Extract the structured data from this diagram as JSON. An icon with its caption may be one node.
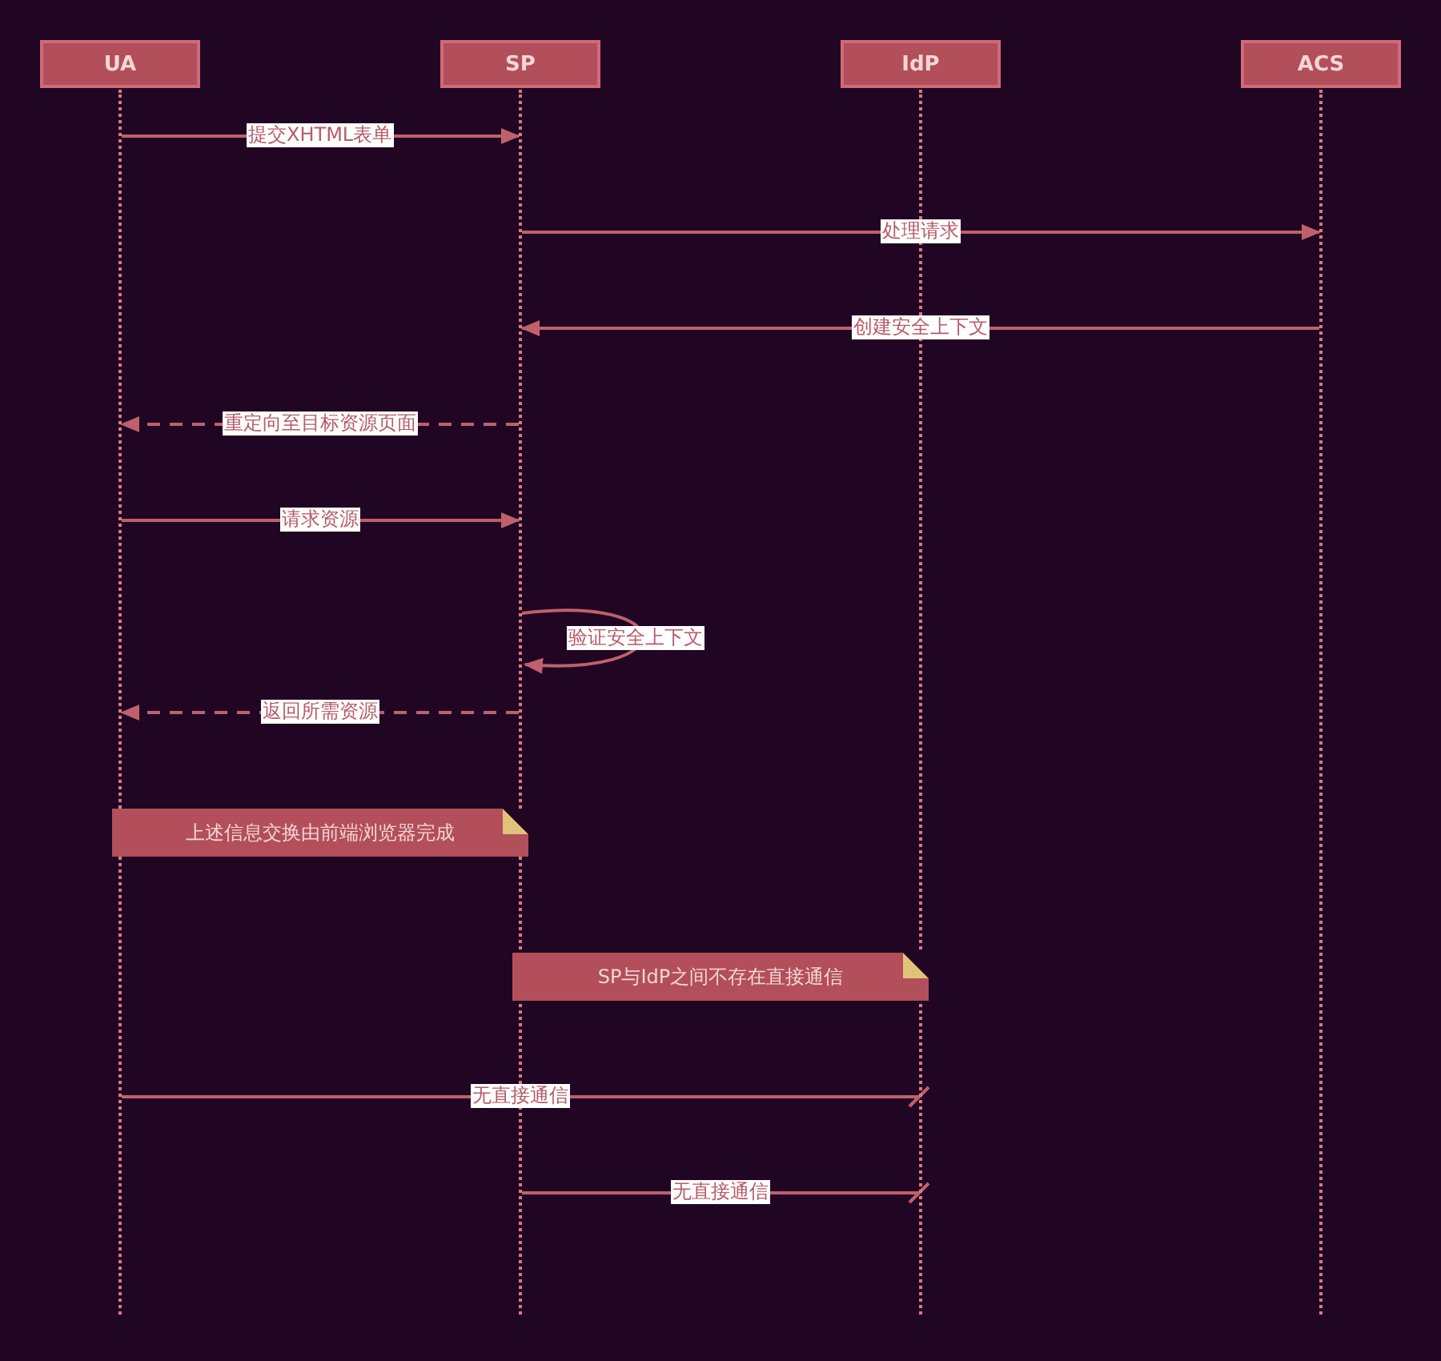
{
  "diagram": {
    "nodes": [
      {
        "text": [
          "UA"
        ]
      },
      {
        "text": [
          "SP"
        ]
      },
      {
        "text": [
          "IdP"
        ]
      },
      {
        "text": [
          "ACS"
        ]
      },
      {
        "text": [],
        "shape": "line"
      },
      {
        "text": [],
        "shape": "line"
      },
      {
        "text": [],
        "shape": "line"
      },
      {
        "text": [],
        "shape": "line"
      },
      {
        "text": [
          "上述信息交换由前端浏览器完成"
        ]
      },
      {
        "text": [
          "SP与IdP之间不存在直接通信"
        ]
      }
    ],
    "edges": [
      {
        "from": 4,
        "to": 5,
        "arrow": "to",
        "label": "提交XHTML表单"
      },
      {
        "from": 5,
        "to": 7,
        "arrow": "to",
        "label": "处理请求"
      },
      {
        "from": 7,
        "to": 5,
        "arrow": "to",
        "label": "创建安全上下文"
      },
      {
        "from": 5,
        "to": 4,
        "arrow": "to",
        "label": "重定向至目标资源页面",
        "style": "dashed"
      },
      {
        "from": 4,
        "to": 5,
        "arrow": "to",
        "label": "请求资源"
      },
      {
        "from": 5,
        "to": 5,
        "arrow": "to",
        "label": "验证安全上下文"
      },
      {
        "from": 5,
        "to": 4,
        "arrow": "to",
        "label": "返回所需资源",
        "style": "dashed"
      },
      {
        "from": 4,
        "to": 6,
        "arrow": "other",
        "label": "无直接通信"
      },
      {
        "from": 5,
        "to": 6,
        "arrow": "other",
        "label": "无直接通信"
      }
    ]
  }
}
